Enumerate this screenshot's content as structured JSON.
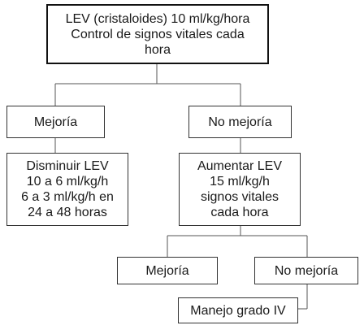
{
  "flowchart": {
    "root": {
      "lines": [
        "LEV (cristaloides) 10 ml/kg/hora",
        "Control de signos vitales cada",
        "hora"
      ]
    },
    "left_branch": {
      "label": "Mejoría",
      "action": {
        "lines": [
          "Disminuir LEV",
          "10 a 6 ml/kg/h",
          "6 a 3 ml/kg/h en",
          "24 a 48 horas"
        ]
      }
    },
    "right_branch": {
      "label": "No mejoría",
      "action": {
        "lines": [
          "Aumentar LEV",
          "15 ml/kg/h",
          "signos vitales",
          "cada hora"
        ]
      },
      "outcomes": {
        "improve": "Mejoría",
        "no_improve": "No mejoría",
        "final": "Manejo grado IV"
      }
    }
  }
}
